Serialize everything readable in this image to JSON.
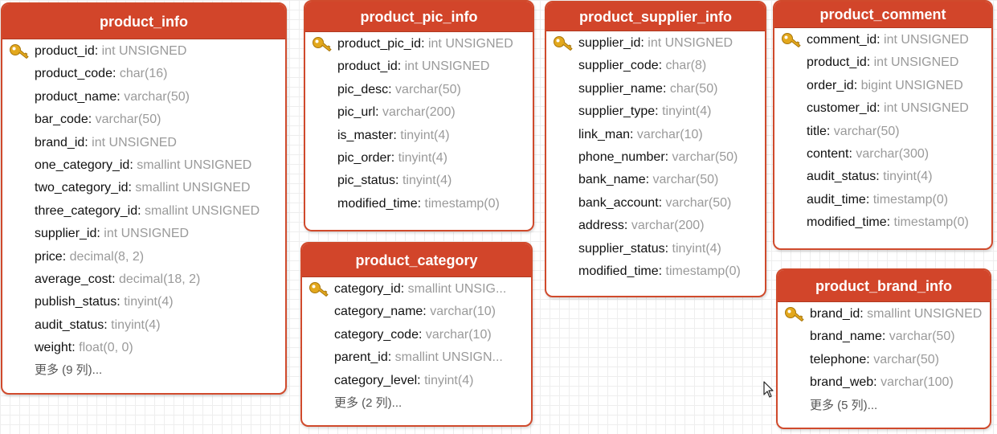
{
  "tables": [
    {
      "name": "product_info",
      "fields": [
        {
          "name": "product_id",
          "type": "int UNSIGNED",
          "pk": true
        },
        {
          "name": "product_code",
          "type": "char(16)"
        },
        {
          "name": "product_name",
          "type": "varchar(50)"
        },
        {
          "name": "bar_code",
          "type": "varchar(50)"
        },
        {
          "name": "brand_id",
          "type": "int UNSIGNED"
        },
        {
          "name": "one_category_id",
          "type": "smallint UNSIGNED"
        },
        {
          "name": "two_category_id",
          "type": "smallint UNSIGNED"
        },
        {
          "name": "three_category_id",
          "type": "smallint UNSIGNED"
        },
        {
          "name": "supplier_id",
          "type": "int UNSIGNED"
        },
        {
          "name": "price",
          "type": "decimal(8, 2)"
        },
        {
          "name": "average_cost",
          "type": "decimal(18, 2)"
        },
        {
          "name": "publish_status",
          "type": "tinyint(4)"
        },
        {
          "name": "audit_status",
          "type": "tinyint(4)"
        },
        {
          "name": "weight",
          "type": "float(0, 0)"
        }
      ],
      "more": "更多 (9 列)..."
    },
    {
      "name": "product_pic_info",
      "fields": [
        {
          "name": "product_pic_id",
          "type": "int UNSIGNED",
          "pk": true
        },
        {
          "name": "product_id",
          "type": "int UNSIGNED"
        },
        {
          "name": "pic_desc",
          "type": "varchar(50)"
        },
        {
          "name": "pic_url",
          "type": "varchar(200)"
        },
        {
          "name": "is_master",
          "type": "tinyint(4)"
        },
        {
          "name": "pic_order",
          "type": "tinyint(4)"
        },
        {
          "name": "pic_status",
          "type": "tinyint(4)"
        },
        {
          "name": "modified_time",
          "type": "timestamp(0)"
        }
      ]
    },
    {
      "name": "product_category",
      "fields": [
        {
          "name": "category_id",
          "type": "smallint UNSIG...",
          "pk": true
        },
        {
          "name": "category_name",
          "type": "varchar(10)"
        },
        {
          "name": "category_code",
          "type": "varchar(10)"
        },
        {
          "name": "parent_id",
          "type": "smallint UNSIGN..."
        },
        {
          "name": "category_level",
          "type": "tinyint(4)"
        }
      ],
      "more": "更多 (2 列)..."
    },
    {
      "name": "product_supplier_info",
      "fields": [
        {
          "name": "supplier_id",
          "type": "int UNSIGNED",
          "pk": true
        },
        {
          "name": "supplier_code",
          "type": "char(8)"
        },
        {
          "name": "supplier_name",
          "type": "char(50)"
        },
        {
          "name": "supplier_type",
          "type": "tinyint(4)"
        },
        {
          "name": "link_man",
          "type": "varchar(10)"
        },
        {
          "name": "phone_number",
          "type": "varchar(50)"
        },
        {
          "name": "bank_name",
          "type": "varchar(50)"
        },
        {
          "name": "bank_account",
          "type": "varchar(50)"
        },
        {
          "name": "address",
          "type": "varchar(200)"
        },
        {
          "name": "supplier_status",
          "type": "tinyint(4)"
        },
        {
          "name": "modified_time",
          "type": "timestamp(0)"
        }
      ]
    },
    {
      "name": "product_comment",
      "fields": [
        {
          "name": "comment_id",
          "type": "int UNSIGNED",
          "pk": true
        },
        {
          "name": "product_id",
          "type": "int UNSIGNED"
        },
        {
          "name": "order_id",
          "type": "bigint UNSIGNED"
        },
        {
          "name": "customer_id",
          "type": "int UNSIGNED"
        },
        {
          "name": "title",
          "type": "varchar(50)"
        },
        {
          "name": "content",
          "type": "varchar(300)"
        },
        {
          "name": "audit_status",
          "type": "tinyint(4)"
        },
        {
          "name": "audit_time",
          "type": "timestamp(0)"
        },
        {
          "name": "modified_time",
          "type": "timestamp(0)"
        }
      ]
    },
    {
      "name": "product_brand_info",
      "fields": [
        {
          "name": "brand_id",
          "type": "smallint UNSIGNED",
          "pk": true
        },
        {
          "name": "brand_name",
          "type": "varchar(50)"
        },
        {
          "name": "telephone",
          "type": "varchar(50)"
        },
        {
          "name": "brand_web",
          "type": "varchar(100)"
        }
      ],
      "more": "更多 (5 列)..."
    }
  ],
  "icons": {
    "primary_key": "key-icon",
    "cursor": "mouse-pointer-icon"
  },
  "colors": {
    "header": "#d2452a",
    "border": "#d04a2c",
    "field_type": "#9a9a9a"
  }
}
